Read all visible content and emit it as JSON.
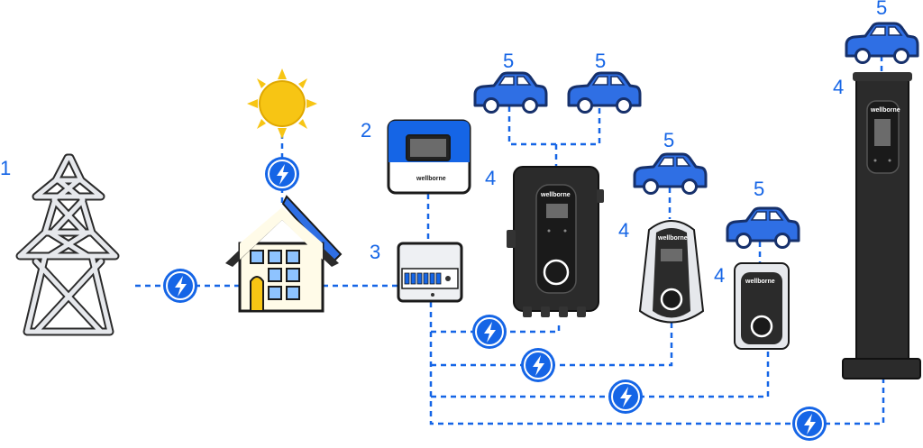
{
  "labels": {
    "grid": "1",
    "inverter": "2",
    "distribution_board": "3",
    "wallbox_large": "4",
    "wallbox_medium": "4",
    "wallbox_small": "4",
    "pillar_charger": "4",
    "car_a": "5",
    "car_b": "5",
    "car_c": "5",
    "car_d": "5",
    "car_e": "5"
  },
  "brand": "wellborne",
  "colors": {
    "accent_blue": "#1565e6",
    "sun_yellow": "#f7c514",
    "car_blue": "#2f6fe4",
    "charger_dark": "#2b2b2b",
    "pylon_grey": "#e6e8ec"
  },
  "icons": [
    "power-pylon-icon",
    "sun-icon",
    "house-icon",
    "inverter-icon",
    "distribution-board-icon",
    "lightning-bolt-icon",
    "car-icon",
    "wallbox-charger-icon",
    "pillar-charger-icon"
  ]
}
